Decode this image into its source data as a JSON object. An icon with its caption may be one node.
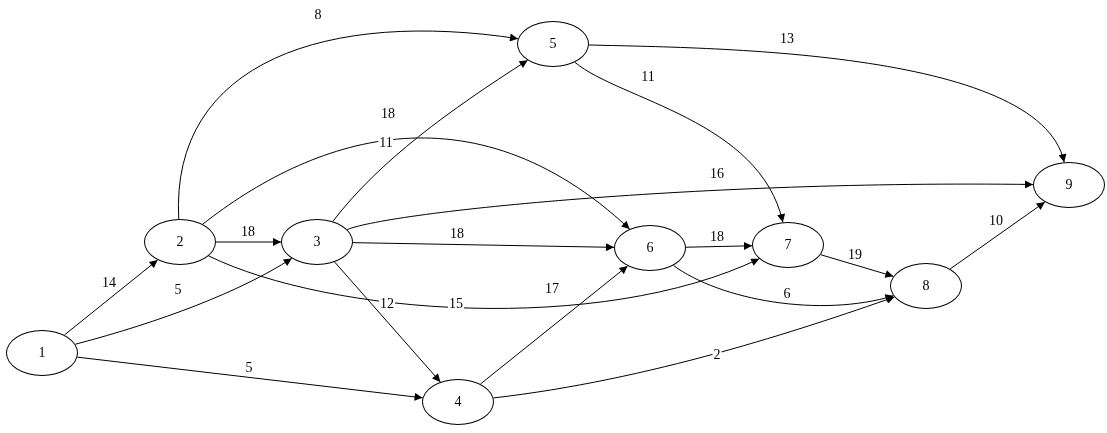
{
  "diagram": {
    "nodes": [
      {
        "text": [
          "1"
        ]
      },
      {
        "text": [
          "2"
        ]
      },
      {
        "text": [
          "3"
        ]
      },
      {
        "text": [
          "4"
        ]
      },
      {
        "text": [
          "5"
        ]
      },
      {
        "text": [
          "6"
        ]
      },
      {
        "text": [
          "7"
        ]
      },
      {
        "text": [
          "8"
        ]
      },
      {
        "text": [
          "9"
        ]
      }
    ],
    "edges": [
      {
        "from": 0,
        "to": 1,
        "arrow": "to",
        "label": "14"
      },
      {
        "from": 0,
        "to": 2,
        "arrow": "to",
        "label": "5"
      },
      {
        "from": 0,
        "to": 3,
        "arrow": "to",
        "label": "5"
      },
      {
        "from": 1,
        "to": 4,
        "arrow": "to",
        "label": "8"
      },
      {
        "from": 1,
        "to": 5,
        "arrow": "to",
        "label": "18"
      },
      {
        "from": 1,
        "to": 2,
        "arrow": "to",
        "label": "18"
      },
      {
        "from": 1,
        "to": 6,
        "arrow": "to",
        "label": "15"
      },
      {
        "from": 2,
        "to": 4,
        "arrow": "to",
        "label": "11"
      },
      {
        "from": 2,
        "to": 8,
        "arrow": "to",
        "label": "16"
      },
      {
        "from": 2,
        "to": 5,
        "arrow": "to",
        "label": "18"
      },
      {
        "from": 2,
        "to": 3,
        "arrow": "to",
        "label": "12"
      },
      {
        "from": 4,
        "to": 8,
        "arrow": "to",
        "label": "13"
      },
      {
        "from": 4,
        "to": 6,
        "arrow": "to",
        "label": "11"
      },
      {
        "from": 3,
        "to": 5,
        "arrow": "to",
        "label": "17"
      },
      {
        "from": 3,
        "to": 7,
        "arrow": "to",
        "label": "2"
      },
      {
        "from": 5,
        "to": 6,
        "arrow": "to",
        "label": "18"
      },
      {
        "from": 5,
        "to": 7,
        "arrow": "to",
        "label": "6"
      },
      {
        "from": 6,
        "to": 7,
        "arrow": "to",
        "label": "19"
      },
      {
        "from": 7,
        "to": 8,
        "arrow": "to",
        "label": "10"
      }
    ]
  }
}
